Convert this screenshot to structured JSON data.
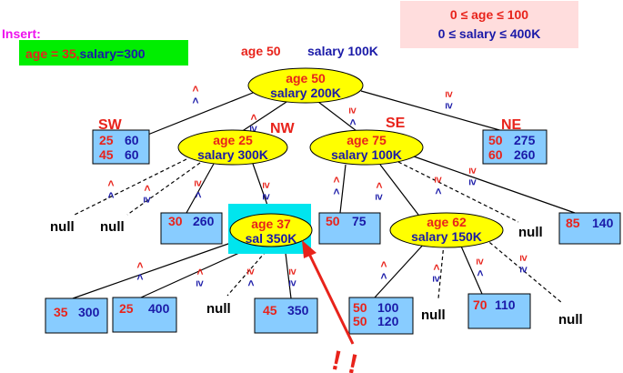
{
  "colors": {
    "red": "#e8231b",
    "blue": "#1a1aa8",
    "black": "#000000",
    "magenta": "#ee11ee",
    "node_fill": "#ffff00",
    "leaf_fill": "#88ccff",
    "highlight": "#00e5ee",
    "insert_box": "#00ee00",
    "range_box": "#ffdddd"
  },
  "insert": {
    "label": "Insert:",
    "age_part": "age = 35,",
    "salary_part": "salary=300"
  },
  "range": {
    "line1": "0 ≤ age ≤ 100",
    "line2": "0 ≤ salary ≤ 400K"
  },
  "legend": {
    "age": "age 50",
    "salary": "salary 100K"
  },
  "quadrants": {
    "sw": "SW",
    "nw": "NW",
    "se": "SE",
    "ne": "NE"
  },
  "nodes": {
    "root": {
      "age": "age 50",
      "salary": "salary 200K"
    },
    "nw": {
      "age": "age 25",
      "salary": "salary 300K"
    },
    "se": {
      "age": "age 75",
      "salary": "salary 100K"
    },
    "n37": {
      "age": "age 37",
      "salary": "sal 350K"
    },
    "n62": {
      "age": "age 62",
      "salary": "salary 150K"
    }
  },
  "leaves": {
    "sw": [
      [
        "25",
        "60"
      ],
      [
        "45",
        "60"
      ]
    ],
    "ne": [
      [
        "50",
        "275"
      ],
      [
        "60",
        "260"
      ]
    ],
    "l30": [
      [
        "30",
        "260"
      ]
    ],
    "l50": [
      [
        "50",
        "75"
      ]
    ],
    "l85": [
      [
        "85",
        "140"
      ]
    ],
    "l35": [
      [
        "35",
        "300"
      ]
    ],
    "l25": [
      [
        "25",
        "400"
      ]
    ],
    "l45": [
      [
        "45",
        "350"
      ]
    ],
    "l5050": [
      [
        "50",
        "100"
      ],
      [
        "50",
        "120"
      ]
    ],
    "l70": [
      [
        "70",
        "110"
      ]
    ]
  },
  "null_label": "null",
  "exclaim": "! !",
  "signs": {
    "lt": "<",
    "le": "≤",
    "gt": ">",
    "ge": "≥"
  }
}
